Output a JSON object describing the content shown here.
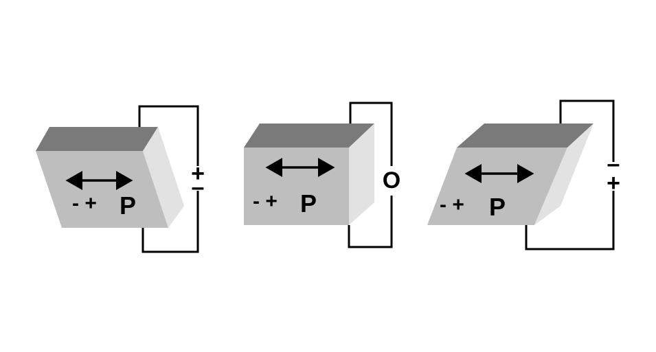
{
  "colors": {
    "top_face": "#7a7a7a",
    "front_face": "#bebebe",
    "side_face": "#e2e2e2",
    "wire": "#000000"
  },
  "elements": [
    {
      "polarity": "- +",
      "symbol": "P",
      "voltage_top": "+",
      "voltage_bottom": "–"
    },
    {
      "polarity": "- +",
      "symbol": "P",
      "voltage": "O"
    },
    {
      "polarity": "- +",
      "symbol": "P",
      "voltage_top": "–",
      "voltage_bottom": "+"
    }
  ]
}
